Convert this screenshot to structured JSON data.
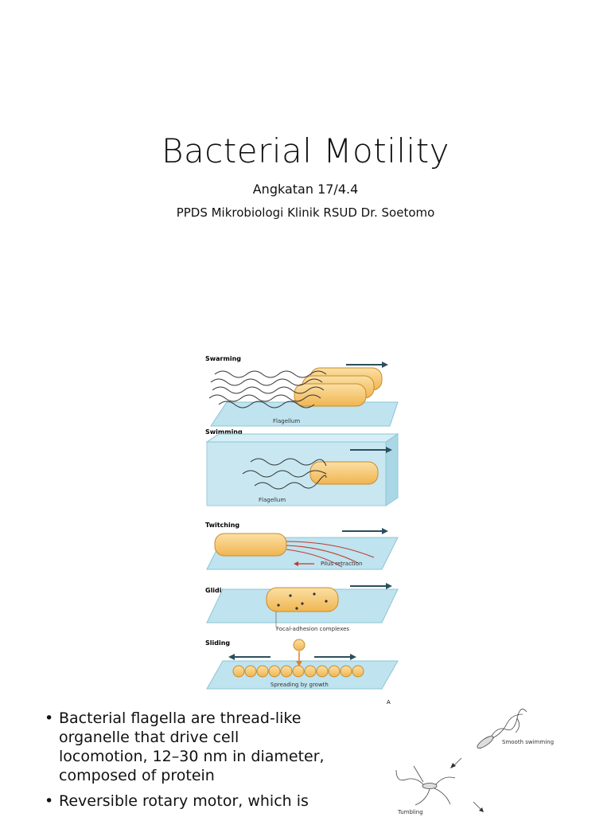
{
  "slide": {
    "title": "Bacterial Motility",
    "subtitle1": "Angkatan 17/4.4",
    "subtitle2": "PPDS Mikrobiologi Klinik RSUD Dr. Soetomo"
  },
  "figure": {
    "panels": [
      {
        "heading": "Swarming",
        "label": "Flagellum"
      },
      {
        "heading": "Swimming",
        "label": "Flagellum"
      },
      {
        "heading": "Twitching",
        "label": "Pilus retraction"
      },
      {
        "heading": "Gliding",
        "label": "Focal-adhesion complexes"
      },
      {
        "heading": "Sliding",
        "label": "Spreading by growth"
      }
    ]
  },
  "bullets": [
    "Bacterial flagella are thread-like organelle that drive cell locomotion, 12–30 nm in diameter, composed of protein",
    "Reversible rotary motor, which is"
  ],
  "figure2": {
    "panel_letter": "A",
    "label_smooth": "Smooth swimming",
    "label_tumbling": "Tumbling"
  },
  "colors": {
    "surface": "#bfe3ef",
    "cell": "#f6c874",
    "arrow": "#2b4f5c",
    "pilus": "#c0392b"
  }
}
